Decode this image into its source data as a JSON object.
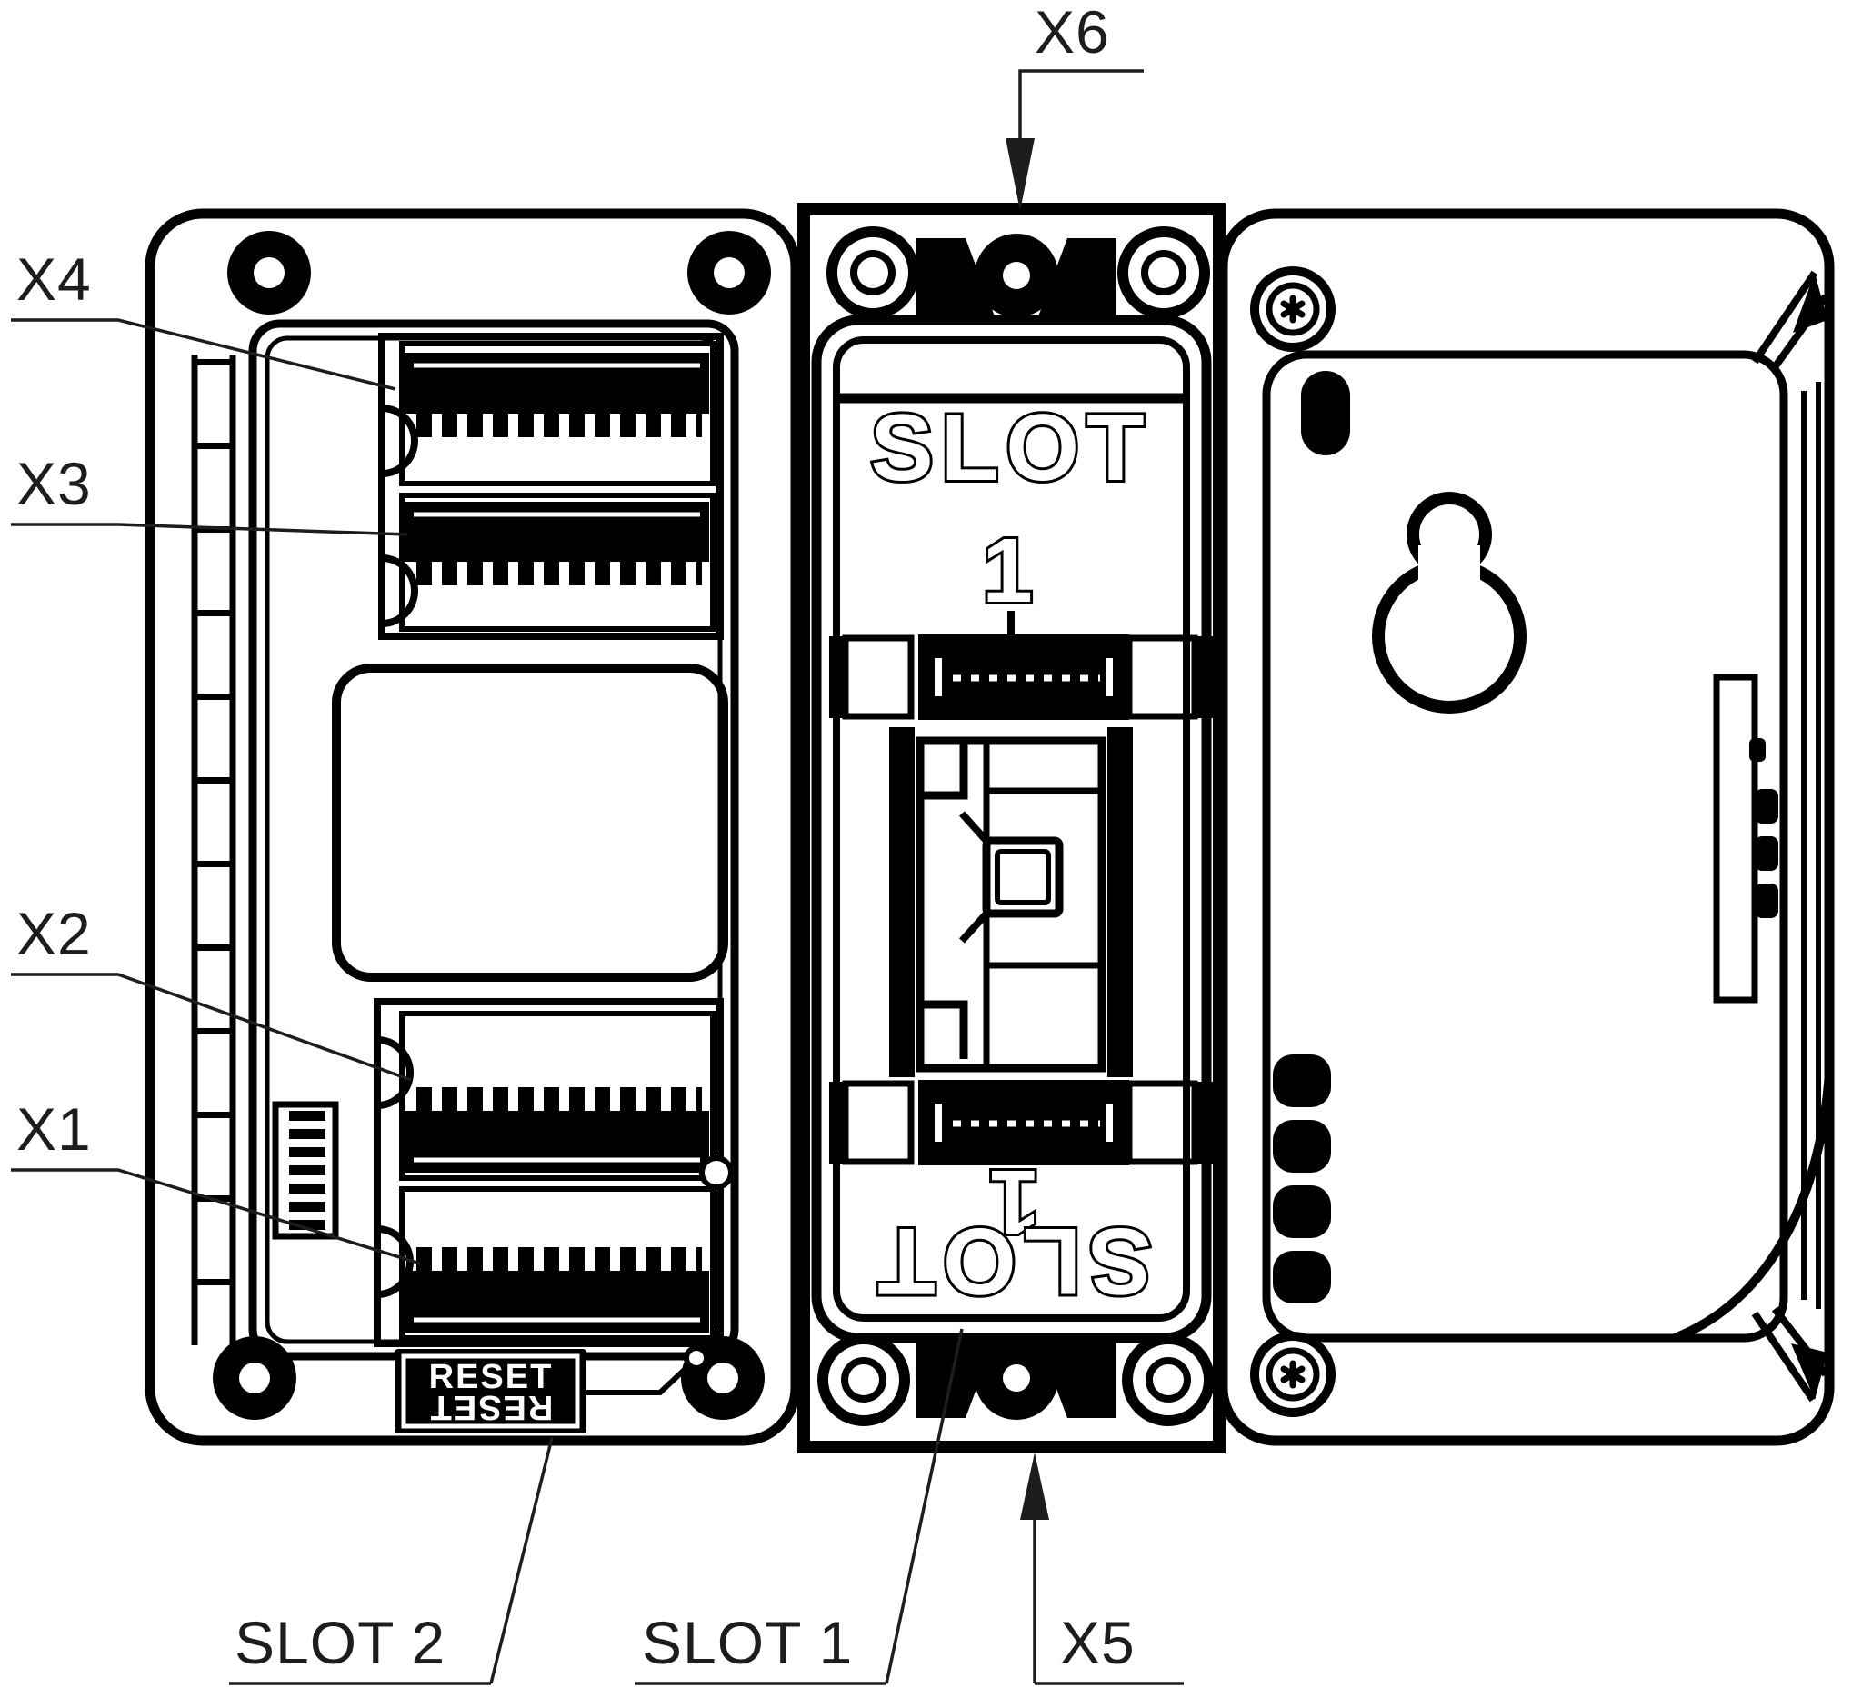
{
  "colors": {
    "background": "#ffffff",
    "line_work": "#000000",
    "callout_text": "#1d1d1b"
  },
  "callouts": {
    "x1": "X1",
    "x2": "X2",
    "x3": "X3",
    "x4": "X4",
    "x5": "X5",
    "x6": "X6",
    "slot1": "SLOT 1",
    "slot2": "SLOT 2"
  },
  "markings": {
    "slot_word_top": "SLOT",
    "slot_num_top": "1",
    "slot_word_bottom": "SLOT",
    "slot_num_bottom": "1",
    "reset_front": "RESET",
    "reset_inverted": "RESET"
  }
}
